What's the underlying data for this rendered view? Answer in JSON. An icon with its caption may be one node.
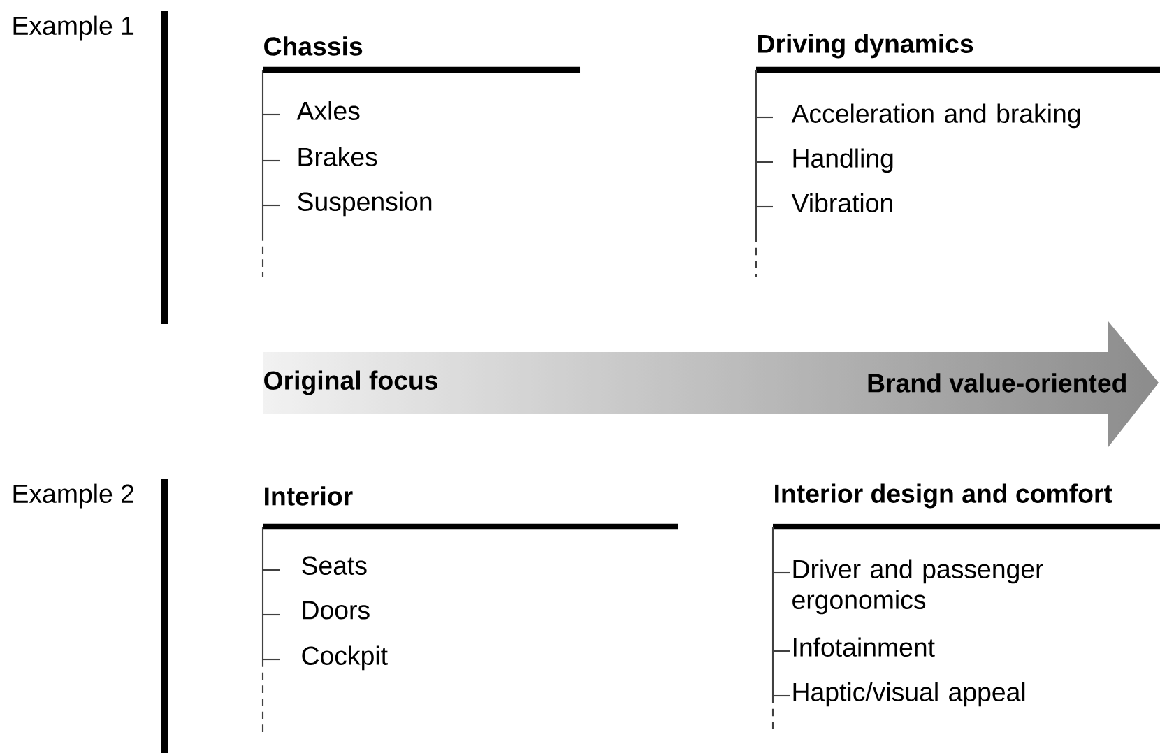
{
  "diagram": {
    "nodes": [
      {
        "text": [
          "Original focus",
          "Brand value-oriented"
        ]
      }
    ],
    "labels": [
      "Example 1",
      "Chassis",
      "Axles",
      "Brakes",
      "Suspension",
      "Driving dynamics",
      "Acceleration and braking",
      "Handling",
      "Vibration",
      "Example 2",
      "Interior",
      "Seats",
      "Doors",
      "Cockpit",
      "Interior design and comfort",
      "Driver and passenger ergonomics",
      "Infotainment",
      "Haptic/visual appeal"
    ]
  }
}
